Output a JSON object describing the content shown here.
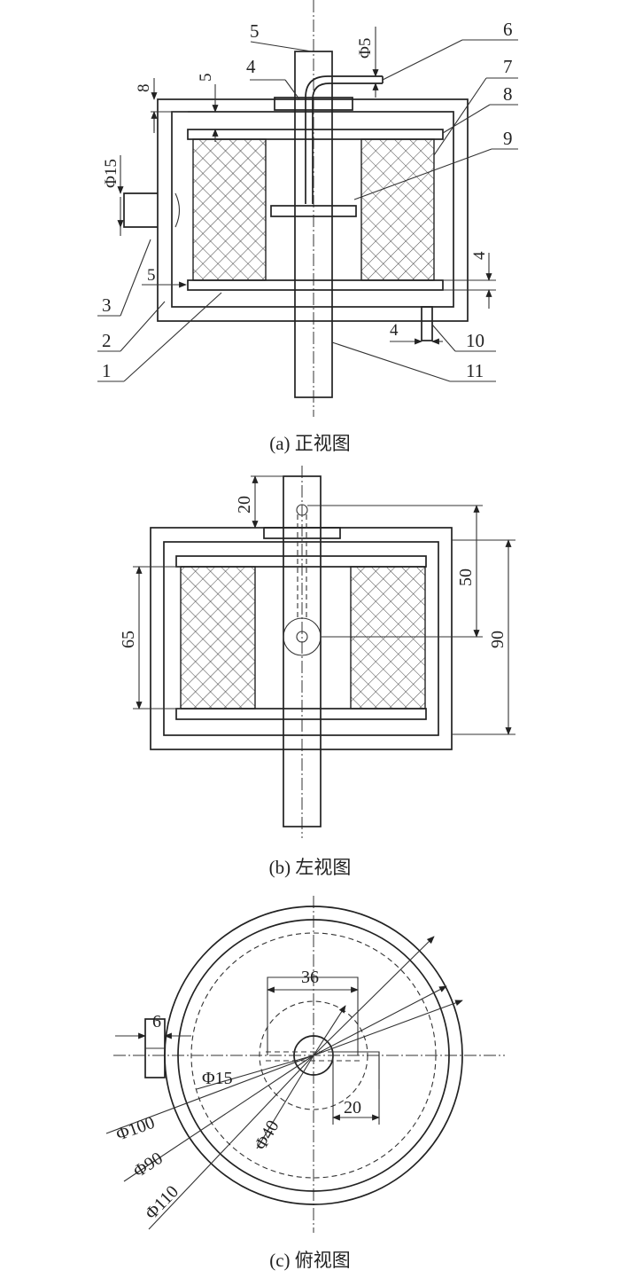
{
  "front_view": {
    "caption": "(a) 正视图",
    "part_labels": [
      "1",
      "2",
      "3",
      "4",
      "5",
      "6",
      "7",
      "8",
      "9",
      "10",
      "11"
    ],
    "dims": {
      "outlet_top": "5",
      "wall_top": "8",
      "plate_gap_top": "5",
      "inlet_dia": "Φ15",
      "plate_gap_bottom": "5",
      "bottom_plate": "4",
      "drain": "4",
      "tube_dia": "Φ5"
    }
  },
  "side_view": {
    "caption": "(b) 左视图",
    "dims": {
      "top_ext": "20",
      "tube_drop": "50",
      "body_height": "90",
      "filter_height": "65"
    }
  },
  "top_view": {
    "caption": "(c) 俯视图",
    "dims": {
      "box_width": "36",
      "inlet_len": "6",
      "small_width": "20",
      "d_center": "Φ15",
      "d_40": "Φ40",
      "d_90": "Φ90",
      "d_100": "Φ100",
      "d_110": "Φ110"
    }
  }
}
